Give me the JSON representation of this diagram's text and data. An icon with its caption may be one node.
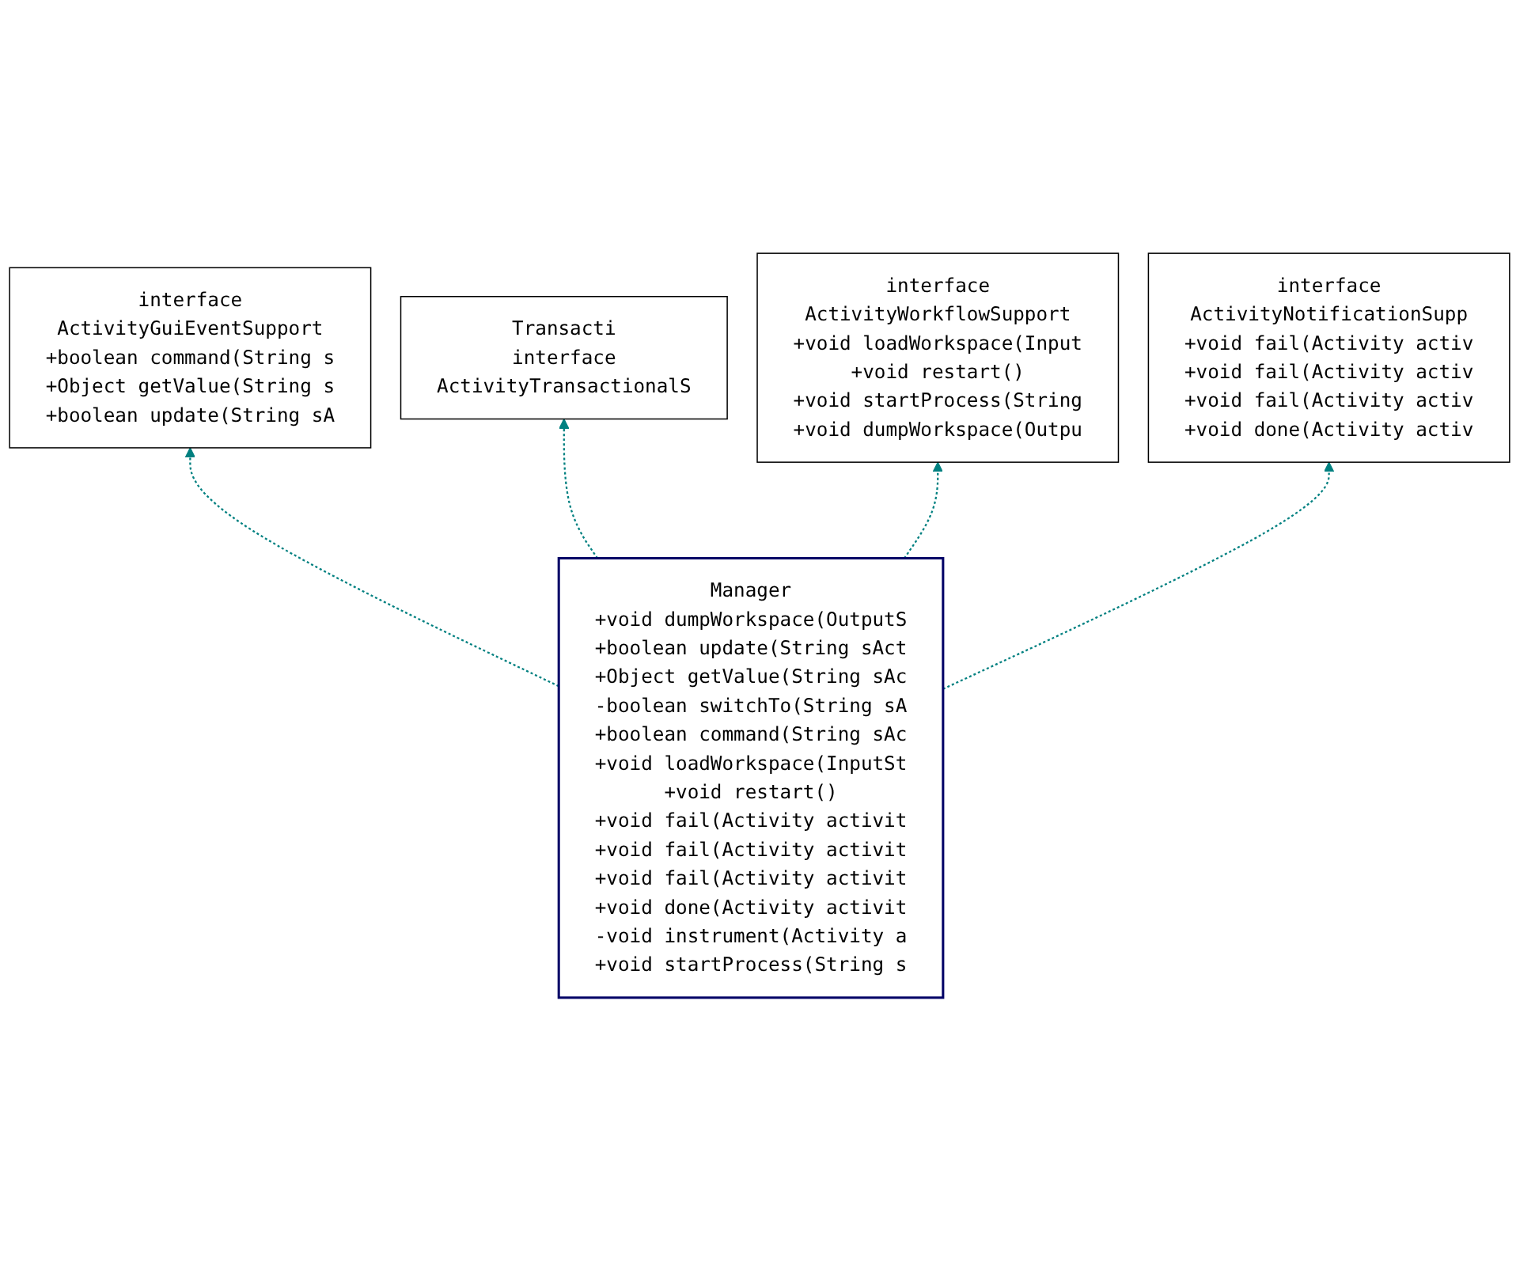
{
  "diagram": {
    "nodes": [
      {
        "text": [
          "interface",
          "ActivityGuiEventSupport",
          "+boolean command(String s",
          "+Object getValue(String s",
          "+boolean update(String sA"
        ]
      },
      {
        "text": [
          "Transacti",
          "interface",
          "ActivityTransactionalS"
        ]
      },
      {
        "text": [
          "interface",
          "ActivityWorkflowSupport",
          "+void loadWorkspace(Input",
          "+void restart()",
          "+void startProcess(String",
          "+void dumpWorkspace(Outpu"
        ]
      },
      {
        "text": [
          "interface",
          "ActivityNotificationSupp",
          "+void fail(Activity activ",
          "+void fail(Activity activ",
          "+void fail(Activity activ",
          "+void done(Activity activ"
        ]
      },
      {
        "text": [
          "Manager",
          "+void dumpWorkspace(OutputS",
          "+boolean update(String sAct",
          "+Object getValue(String sAc",
          "-boolean switchTo(String sA",
          "+boolean command(String sAc",
          "+void loadWorkspace(InputSt",
          "+void restart()",
          "+void fail(Activity activit",
          "+void fail(Activity activit",
          "+void fail(Activity activit",
          "+void done(Activity activit",
          "-void instrument(Activity a",
          "+void startProcess(String s"
        ]
      }
    ],
    "edges": [
      {
        "from": 4,
        "to": 0,
        "arrow": "to",
        "style": "dashed"
      },
      {
        "from": 4,
        "to": 1,
        "arrow": "to",
        "style": "dashed"
      },
      {
        "from": 4,
        "to": 2,
        "arrow": "to",
        "style": "dashed"
      },
      {
        "from": 4,
        "to": 3,
        "arrow": "to",
        "style": "dashed"
      }
    ]
  }
}
